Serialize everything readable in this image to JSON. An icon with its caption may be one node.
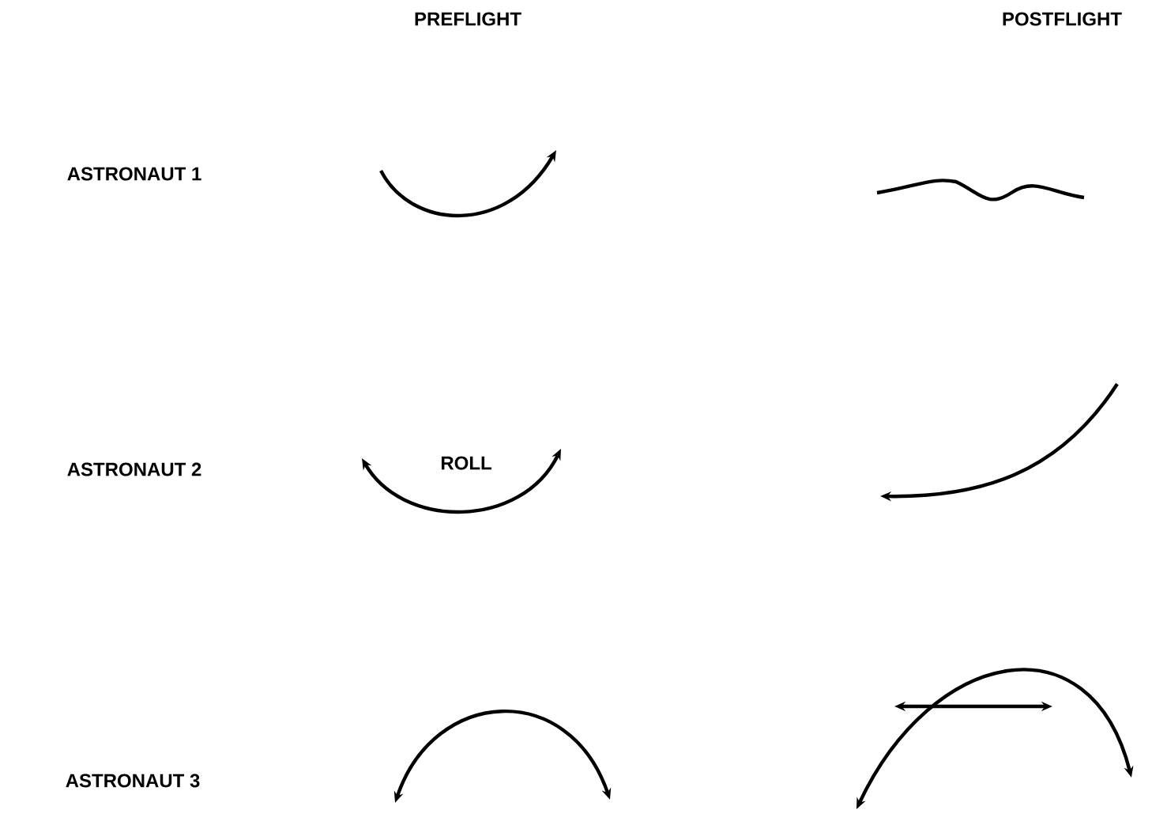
{
  "diagram": {
    "labels": [
      "PREFLIGHT",
      "POSTFLIGHT",
      "ASTRONAUT 1",
      "ASTRONAUT 2",
      "ROLL",
      "ASTRONAUT 3"
    ]
  }
}
